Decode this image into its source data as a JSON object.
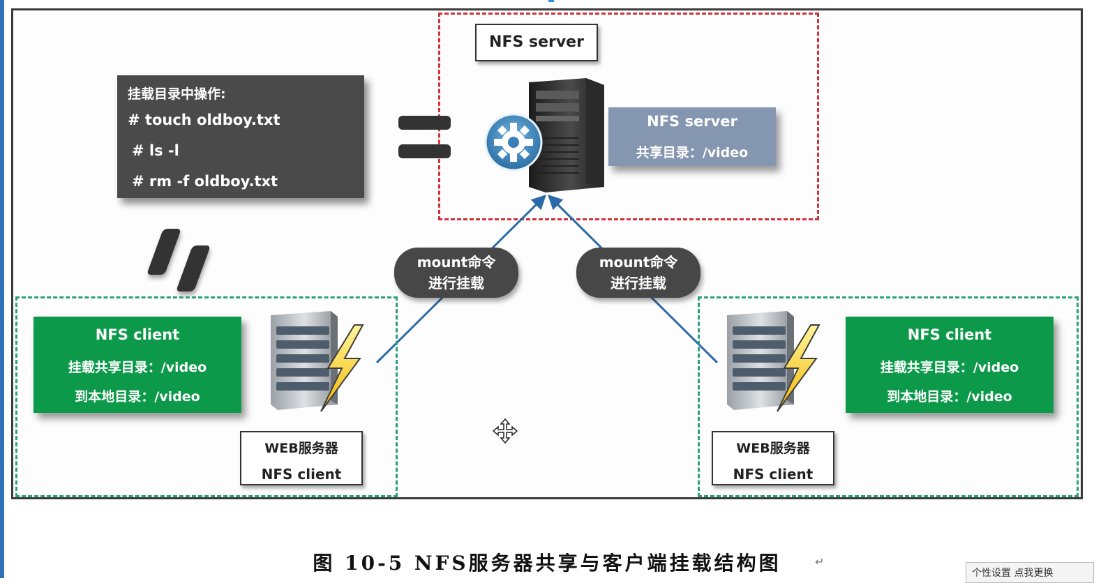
{
  "diagram": {
    "server_tag": "NFS server",
    "command_panel": {
      "title": "挂载目录中操作:",
      "commands": [
        "# touch oldboy.txt",
        "# ls -l",
        "# rm -f oldboy.txt"
      ]
    },
    "server_info": {
      "title": "NFS server",
      "line": "共享目录：/video"
    },
    "mount_labels": [
      {
        "line1": "mount命令",
        "line2": "进行挂载"
      },
      {
        "line1": "mount命令",
        "line2": "进行挂载"
      }
    ],
    "clients": [
      {
        "info_title": "NFS client",
        "info_line1": "挂载共享目录：/video",
        "info_line2": "到本地目录：/video",
        "tag_line1": "WEB服务器",
        "tag_line2": "NFS client"
      },
      {
        "info_title": "NFS client",
        "info_line1": "挂载共享目录：/video",
        "info_line2": "到本地目录：/video",
        "tag_line1": "WEB服务器",
        "tag_line2": "NFS client"
      }
    ]
  },
  "caption": "图 10-5 NFS服务器共享与客户端挂载结构图",
  "corner_widget_text": "个性设置  点我更换",
  "colors": {
    "server_info": "#8496b0",
    "client_info": "#0c9a4a",
    "server_zone_border": "#d1303a",
    "client_zone_border": "#2aa07a",
    "arrow": "#2b6aa8"
  }
}
